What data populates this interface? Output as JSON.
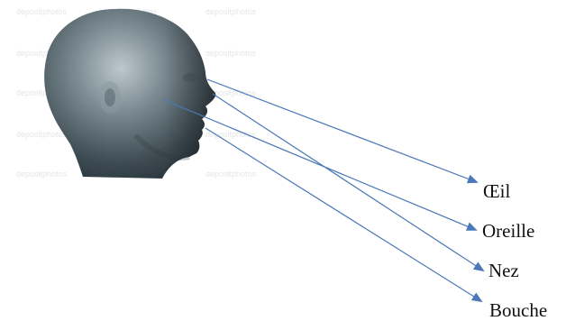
{
  "labels": {
    "eye": "Œil",
    "ear": "Oreille",
    "nose": "Nez",
    "mouth": "Bouche"
  },
  "colors": {
    "arrow": "#4a78b8",
    "head_dark": "#2e3a40",
    "head_mid": "#6f7f86",
    "head_light": "#b9c6cc"
  }
}
